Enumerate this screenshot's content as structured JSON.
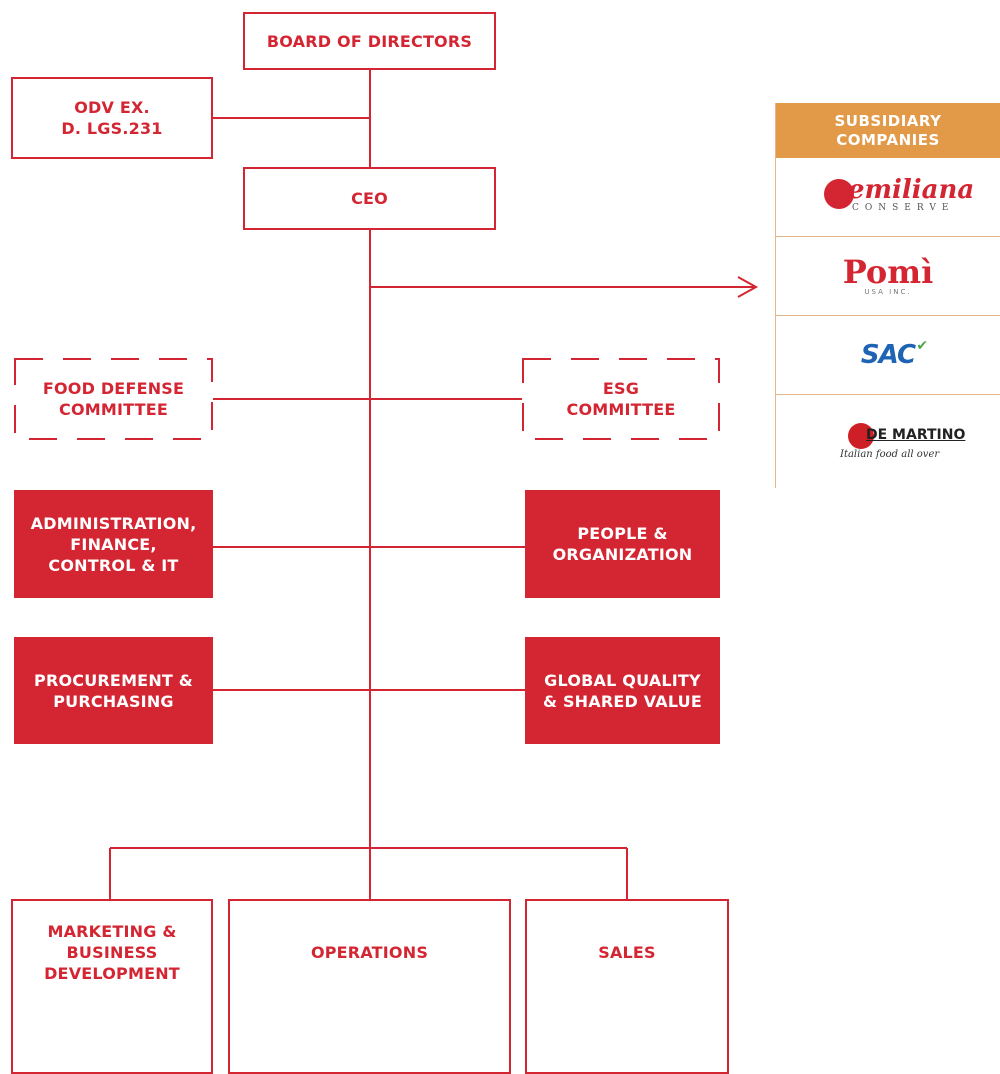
{
  "org_chart": {
    "board": "BOARD OF DIRECTORS",
    "odv": "ODV EX.\nD. LGS.231",
    "ceo": "CEO",
    "food_defense": "FOOD DEFENSE\nCOMMITTEE",
    "esg": "ESG\nCOMMITTEE",
    "administration": "ADMINISTRATION,\nFINANCE,\nCONTROL & IT",
    "people": "PEOPLE &\nORGANIZATION",
    "procurement": "PROCUREMENT &\nPURCHASING",
    "quality": "GLOBAL QUALITY\n& SHARED VALUE",
    "marketing": "MARKETING &\nBUSINESS\nDEVELOPMENT",
    "operations": "OPERATIONS",
    "sales": "SALES"
  },
  "subsidiaries": {
    "header": "SUBSIDIARY\nCOMPANIES",
    "logos": [
      {
        "name": "emiliana",
        "text": "emiliana",
        "subtext": "CONSERVE",
        "icon": "emiliana-logo"
      },
      {
        "name": "pomi",
        "text": "Pomì",
        "subtext": "USA INC.",
        "icon": "pomi-logo"
      },
      {
        "name": "sac",
        "text": "SAC",
        "icon": "sac-logo"
      },
      {
        "name": "de-martino",
        "text": "DE MARTINO",
        "subtext": "Italian food all over",
        "icon": "de-martino-logo"
      }
    ]
  },
  "colors": {
    "brand_red": "#d42532",
    "subsidiary_orange": "#e29a48"
  }
}
